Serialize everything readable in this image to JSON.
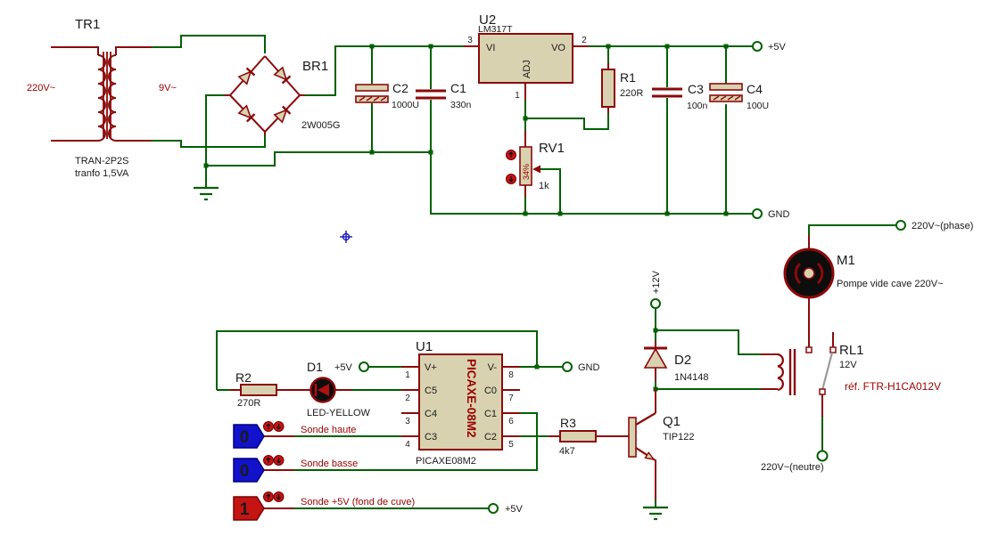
{
  "colors": {
    "wire_green": "#006100",
    "component_red": "#8b0a0a",
    "body_fill": "#d8d2b0",
    "label_red": "#9b0000",
    "probe_blue": "#1212cc",
    "probe_red": "#c41414"
  },
  "supply": {
    "tr1": {
      "ref": "TR1",
      "primary_v": "220V~",
      "secondary_v": "9V~",
      "model": "TRAN-2P2S",
      "note": "tranfo 1,5VA"
    },
    "br1": {
      "ref": "BR1",
      "value": "2W005G"
    },
    "c2": {
      "ref": "C2",
      "value": "1000U"
    },
    "c1": {
      "ref": "C1",
      "value": "330n"
    },
    "u2": {
      "ref": "U2",
      "value": "LM317T",
      "vi": "VI",
      "vo": "VO",
      "adj": "ADJ",
      "pin_vi": "3",
      "pin_vo": "2",
      "pin_adj": "1"
    },
    "r1": {
      "ref": "R1",
      "value": "220R"
    },
    "c3": {
      "ref": "C3",
      "value": "100n"
    },
    "c4": {
      "ref": "C4",
      "value": "100U"
    },
    "rv1": {
      "ref": "RV1",
      "value": "1k",
      "setting": "34%"
    },
    "plus5_label": "+5V",
    "gnd_label": "GND"
  },
  "mcu": {
    "ref": "U1",
    "device": "PICAXE-08M2",
    "sub_label": "PICAXE08M2",
    "pins_left": [
      {
        "n": "1",
        "name": "V+"
      },
      {
        "n": "2",
        "name": "C5"
      },
      {
        "n": "3",
        "name": "C4"
      },
      {
        "n": "4",
        "name": "C3"
      }
    ],
    "pins_right": [
      {
        "n": "8",
        "name": "V-"
      },
      {
        "n": "7",
        "name": "C0"
      },
      {
        "n": "6",
        "name": "C1"
      },
      {
        "n": "5",
        "name": "C2"
      }
    ],
    "gnd_label": "GND",
    "vplus_label": "+5V"
  },
  "led": {
    "d1": {
      "ref": "D1",
      "value": "LED-YELLOW"
    },
    "r2": {
      "ref": "R2",
      "value": "270R"
    }
  },
  "probes": [
    {
      "state": "0",
      "label": "Sonde haute"
    },
    {
      "state": "0",
      "label": "Sonde basse"
    },
    {
      "state": "1",
      "label": "Sonde +5V (fond de cuve)",
      "terminal": "+5V"
    }
  ],
  "driver": {
    "r3": {
      "ref": "R3",
      "value": "4k7"
    },
    "q1": {
      "ref": "Q1",
      "value": "TIP122"
    },
    "d2": {
      "ref": "D2",
      "value": "1N4148"
    },
    "rail_12v": "+12V"
  },
  "output": {
    "m1": {
      "ref": "M1",
      "desc": "Pompe vide cave 220V~"
    },
    "rl1": {
      "ref": "RL1",
      "value": "12V",
      "note": "réf. FTR-H1CA012V"
    },
    "phase_label": "220V~(phase)",
    "neutre_label": "220V~(neutre)"
  }
}
